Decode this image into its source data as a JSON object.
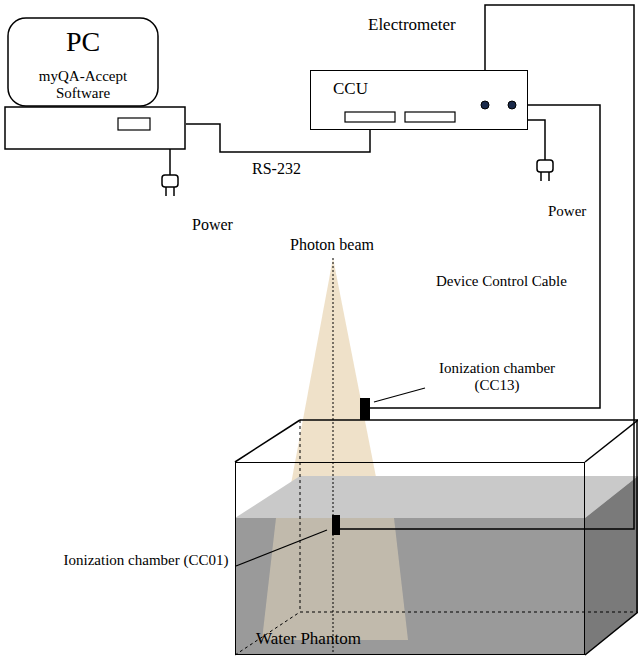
{
  "diagram": {
    "nodes": [
      {
        "text": [
          "PC",
          "myQA-Accept Software"
        ]
      },
      {
        "text": [
          "CCU"
        ]
      },
      {
        "text": [
          "Ionization chamber (CC13)"
        ]
      },
      {
        "text": [
          "Water Phantom"
        ]
      },
      {
        "text": [
          "Ionization chamber (CC01)"
        ],
        "in": 3
      }
    ],
    "edges": [
      {
        "from": 0,
        "to": 1,
        "label": "RS-232",
        "arrow": "none"
      },
      {
        "from": 1,
        "to": 2,
        "label": "Device Control Cable",
        "arrow": "none"
      },
      {
        "from": 1,
        "to": 4,
        "arrow": "none"
      }
    ],
    "labels": [
      "Electrometer",
      "Power",
      "Power",
      "Photon beam"
    ]
  }
}
